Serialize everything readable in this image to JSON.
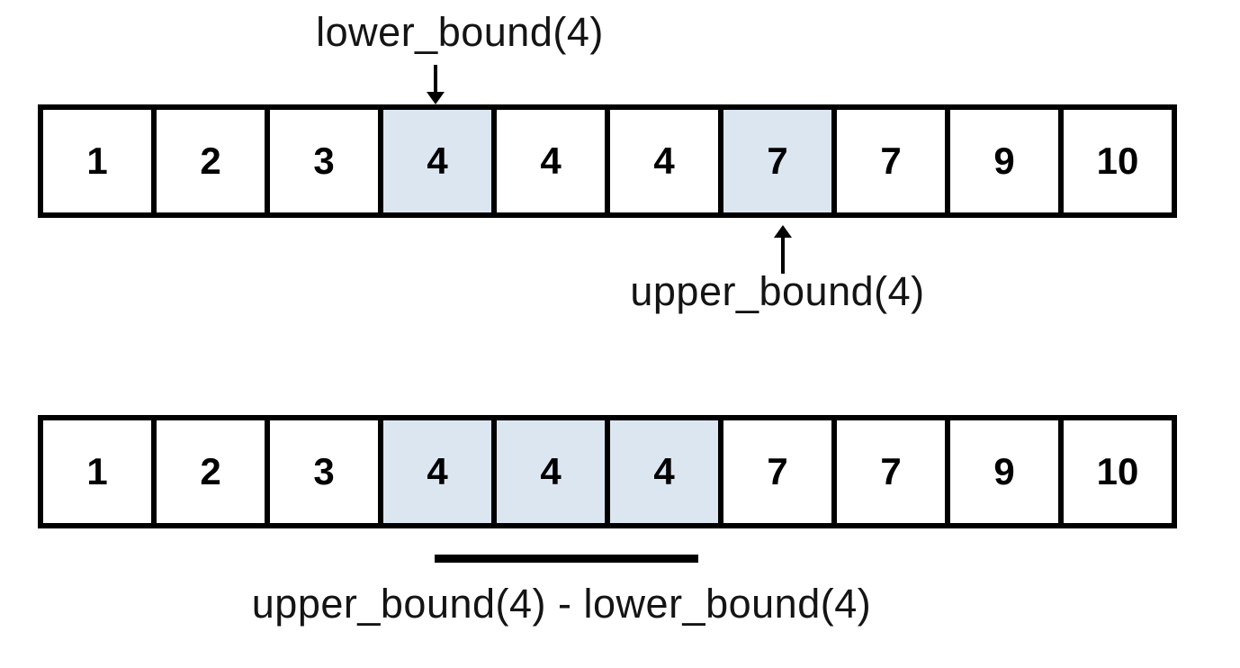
{
  "labels": {
    "lower_bound": "lower_bound(4)",
    "upper_bound": "upper_bound(4)",
    "difference": "upper_bound(4) - lower_bound(4)"
  },
  "arrays": [
    {
      "name": "sorted-array-with-bound-pointers",
      "cells": [
        "1",
        "2",
        "3",
        "4",
        "4",
        "4",
        "7",
        "7",
        "9",
        "10"
      ],
      "highlighted_indices": [
        3,
        6
      ]
    },
    {
      "name": "sorted-array-with-equal-range",
      "cells": [
        "1",
        "2",
        "3",
        "4",
        "4",
        "4",
        "7",
        "7",
        "9",
        "10"
      ],
      "highlighted_indices": [
        3,
        4,
        5
      ]
    }
  ],
  "colors": {
    "highlight_fill": "#dce6f1",
    "border": "#000000",
    "text": "#141414"
  }
}
